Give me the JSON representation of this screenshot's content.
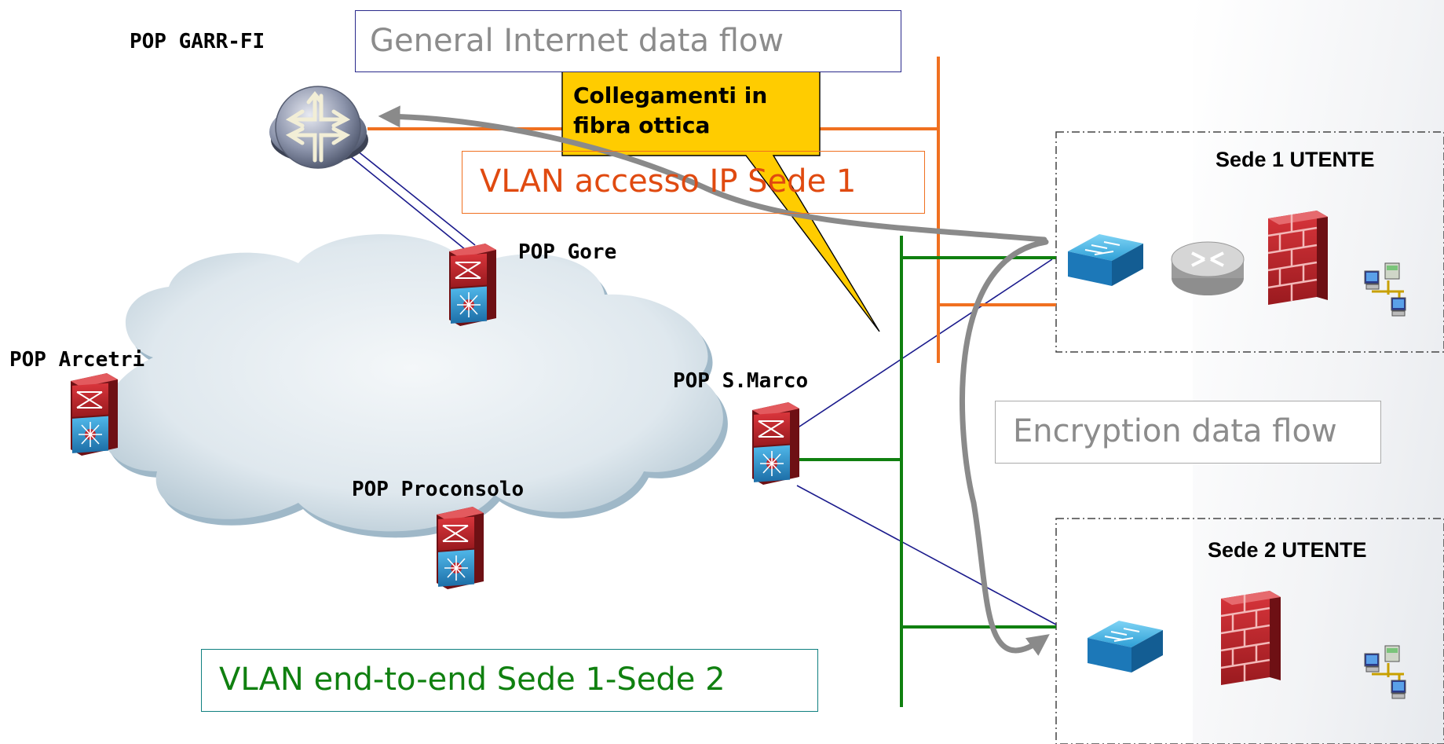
{
  "pops": {
    "garr": "POP GARR-FI",
    "gore": "POP Gore",
    "arcetri": "POP Arcetri",
    "smarco": "POP S.Marco",
    "proconsolo": "POP Proconsolo"
  },
  "sites": {
    "sede1": "Sede 1 UTENTE",
    "sede2": "Sede 2 UTENTE"
  },
  "boxes": {
    "general_flow": "General Internet data flow",
    "vlan_ip": "VLAN accesso IP Sede 1",
    "encryption_flow": "Encryption data flow",
    "vlan_e2e": "VLAN end-to-end Sede 1-Sede 2"
  },
  "callout": {
    "line1": "Collegamenti in",
    "line2": "fibra ottica"
  },
  "colors": {
    "orange_vlan": "#f07020",
    "green_vlan": "#108010",
    "flow_arrow": "#8a8a8a",
    "callout_fill": "#ffcc00",
    "link_blue": "#1a1a8c"
  },
  "icons": {
    "core_router": "router-icon",
    "pop_switch": "multilayer-switch-icon",
    "site_switch": "switch-icon",
    "site_router": "router-icon",
    "firewall": "firewall-icon",
    "hosts": "workstation-icon"
  }
}
